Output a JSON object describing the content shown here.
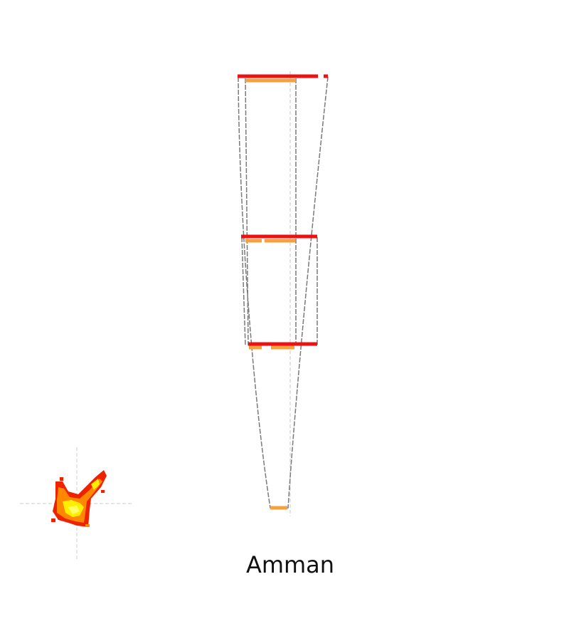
{
  "caption": "Amman",
  "colors": {
    "primary_bar": "#ee1111",
    "secondary_bar": "#f7a040",
    "outline": "#7a7a7a",
    "crosshair": "#cfcfcf",
    "blob_outer": "#ee2200",
    "blob_mid": "#ff8800",
    "blob_core": "#ffee00"
  },
  "levels": [
    {
      "primary_segments": 2,
      "secondary_segments": 1
    },
    {
      "primary_segments": 1,
      "secondary_segments": 2
    },
    {
      "primary_segments": 1,
      "secondary_segments": 2
    },
    {
      "primary_segments": 0,
      "secondary_segments": 1
    }
  ]
}
